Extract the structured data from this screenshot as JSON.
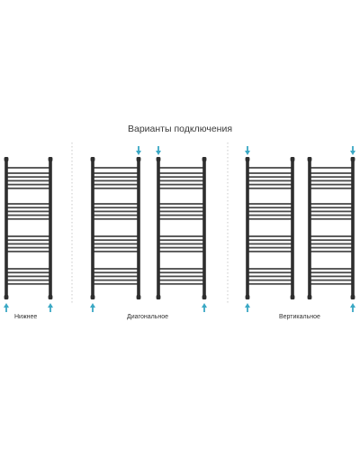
{
  "title": "Варианты подключения",
  "colors": {
    "pipe": "#4a4a4a",
    "pipe_dark": "#2e2e2e",
    "arrow": "#3aa8c4",
    "divider": "#bdbdbd"
  },
  "groups": [
    {
      "caption": "Нижнее"
    },
    {
      "caption": "Диагональное"
    },
    {
      "caption": "Вертикальное"
    }
  ],
  "radiators": [
    {
      "group": 0,
      "connection": "bottom"
    },
    {
      "group": 1,
      "connection": "diagonal-a"
    },
    {
      "group": 1,
      "connection": "diagonal-b"
    },
    {
      "group": 2,
      "connection": "vertical-a"
    },
    {
      "group": 2,
      "connection": "vertical-b"
    }
  ]
}
